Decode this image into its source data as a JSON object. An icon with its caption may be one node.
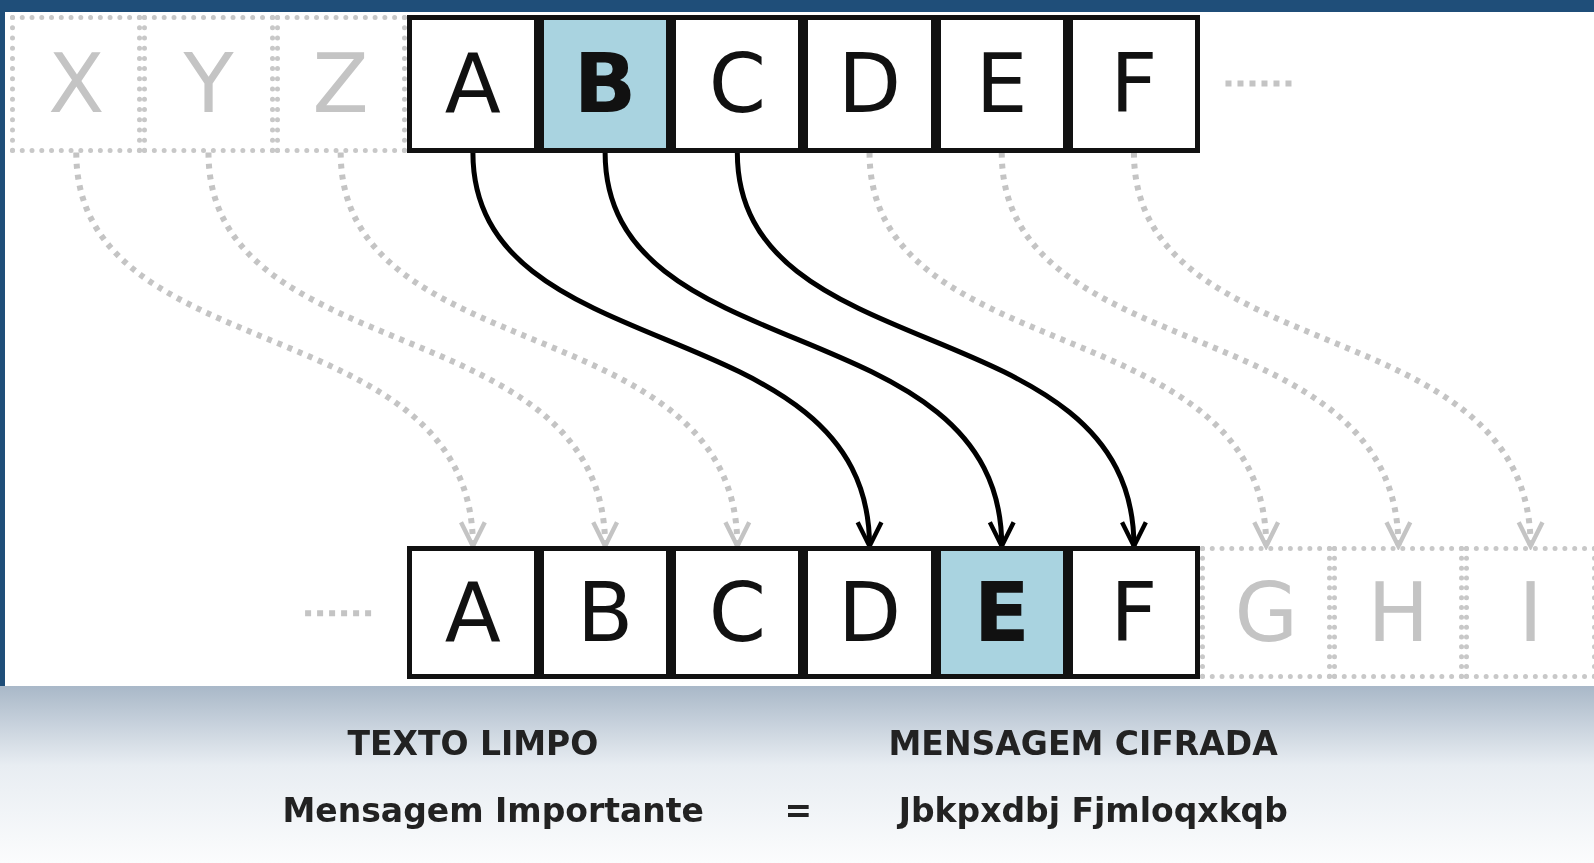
{
  "diagram": {
    "nodes": [
      {
        "text": [
          "X"
        ]
      },
      {
        "text": [
          "Y"
        ]
      },
      {
        "text": [
          "Z"
        ]
      },
      {
        "text": [
          "A"
        ]
      },
      {
        "text": [
          "B"
        ]
      },
      {
        "text": [
          "C"
        ]
      },
      {
        "text": [
          "D"
        ]
      },
      {
        "text": [
          "E"
        ]
      },
      {
        "text": [
          "F"
        ]
      },
      {
        "text": [
          "A"
        ]
      },
      {
        "text": [
          "B"
        ]
      },
      {
        "text": [
          "C"
        ]
      },
      {
        "text": [
          "D"
        ]
      },
      {
        "text": [
          "E"
        ]
      },
      {
        "text": [
          "F"
        ]
      },
      {
        "text": [
          "G"
        ]
      },
      {
        "text": [
          "H"
        ]
      },
      {
        "text": [
          "I"
        ]
      }
    ],
    "edges": [
      {
        "from": 0,
        "to": 9,
        "arrow": "to",
        "style": "dashed"
      },
      {
        "from": 1,
        "to": 10,
        "arrow": "to",
        "style": "dashed"
      },
      {
        "from": 2,
        "to": 11,
        "arrow": "to",
        "style": "dashed"
      },
      {
        "from": 3,
        "to": 12,
        "arrow": "to",
        "color": "#000000"
      },
      {
        "from": 4,
        "to": 13,
        "arrow": "to",
        "color": "#000000"
      },
      {
        "from": 5,
        "to": 14,
        "arrow": "to",
        "color": "#000000"
      },
      {
        "from": 6,
        "to": 15,
        "arrow": "to",
        "style": "dashed"
      },
      {
        "from": 7,
        "to": 16,
        "arrow": "to",
        "style": "dashed"
      },
      {
        "from": 8,
        "to": 17,
        "arrow": "to",
        "style": "dashed"
      }
    ],
    "labels": [
      "TEXTO LIMPO",
      "MENSAGEM CIFRADA",
      "Mensagem Importante",
      "=",
      "Jbkpxdbj Fjmloqxkqb"
    ]
  }
}
